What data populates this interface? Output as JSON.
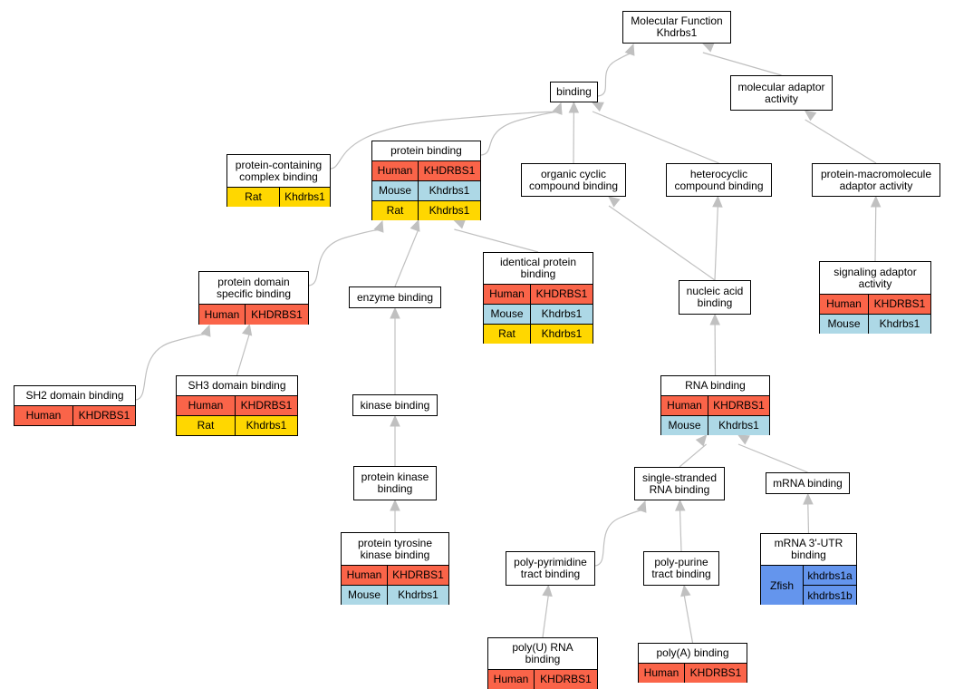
{
  "colors": {
    "human": "#fa6449",
    "mouse": "#add8e6",
    "rat": "#ffd700",
    "zfish": "#6495ed",
    "edge": "#c0c0c0"
  },
  "nodes": {
    "molecular_function": {
      "title": "Molecular Function\nKhdrbs1"
    },
    "binding": {
      "title": "binding"
    },
    "molecular_adaptor_activity": {
      "title": "molecular adaptor\nactivity"
    },
    "protein_containing_complex_binding": {
      "title": "protein-containing\ncomplex binding",
      "rows": [
        {
          "species": "Rat",
          "gene": "Khdrbs1"
        }
      ]
    },
    "protein_binding": {
      "title": "protein binding",
      "rows": [
        {
          "species": "Human",
          "gene": "KHDRBS1"
        },
        {
          "species": "Mouse",
          "gene": "Khdrbs1"
        },
        {
          "species": "Rat",
          "gene": "Khdrbs1"
        }
      ]
    },
    "organic_cyclic_compound_binding": {
      "title": "organic cyclic\ncompound binding"
    },
    "heterocyclic_compound_binding": {
      "title": "heterocyclic\ncompound binding"
    },
    "protein_macromolecule_adaptor_activity": {
      "title": "protein-macromolecule\nadaptor activity"
    },
    "protein_domain_specific_binding": {
      "title": "protein domain\nspecific binding",
      "rows": [
        {
          "species": "Human",
          "gene": "KHDRBS1"
        }
      ]
    },
    "enzyme_binding": {
      "title": "enzyme binding"
    },
    "identical_protein_binding": {
      "title": "identical protein\nbinding",
      "rows": [
        {
          "species": "Human",
          "gene": "KHDRBS1"
        },
        {
          "species": "Mouse",
          "gene": "Khdrbs1"
        },
        {
          "species": "Rat",
          "gene": "Khdrbs1"
        }
      ]
    },
    "nucleic_acid_binding": {
      "title": "nucleic acid\nbinding"
    },
    "signaling_adaptor_activity": {
      "title": "signaling adaptor\nactivity",
      "rows": [
        {
          "species": "Human",
          "gene": "KHDRBS1"
        },
        {
          "species": "Mouse",
          "gene": "Khdrbs1"
        }
      ]
    },
    "sh2_domain_binding": {
      "title": "SH2 domain binding",
      "rows": [
        {
          "species": "Human",
          "gene": "KHDRBS1"
        }
      ]
    },
    "sh3_domain_binding": {
      "title": "SH3 domain binding",
      "rows": [
        {
          "species": "Human",
          "gene": "KHDRBS1"
        },
        {
          "species": "Rat",
          "gene": "Khdrbs1"
        }
      ]
    },
    "kinase_binding": {
      "title": "kinase binding"
    },
    "rna_binding": {
      "title": "RNA binding",
      "rows": [
        {
          "species": "Human",
          "gene": "KHDRBS1"
        },
        {
          "species": "Mouse",
          "gene": "Khdrbs1"
        }
      ]
    },
    "protein_kinase_binding": {
      "title": "protein kinase\nbinding"
    },
    "single_stranded_rna_binding": {
      "title": "single-stranded\nRNA binding"
    },
    "mrna_binding": {
      "title": "mRNA binding"
    },
    "protein_tyrosine_kinase_binding": {
      "title": "protein tyrosine\nkinase binding",
      "rows": [
        {
          "species": "Human",
          "gene": "KHDRBS1"
        },
        {
          "species": "Mouse",
          "gene": "Khdrbs1"
        }
      ]
    },
    "poly_pyrimidine_tract_binding": {
      "title": "poly-pyrimidine\ntract binding"
    },
    "poly_purine_tract_binding": {
      "title": "poly-purine\ntract binding"
    },
    "mrna_3utr_binding": {
      "title": "mRNA 3'-UTR\nbinding",
      "group": {
        "species": "Zfish",
        "genes": [
          "khdrbs1a",
          "khdrbs1b"
        ]
      }
    },
    "poly_u_rna_binding": {
      "title": "poly(U) RNA\nbinding",
      "rows": [
        {
          "species": "Human",
          "gene": "KHDRBS1"
        }
      ]
    },
    "poly_a_binding": {
      "title": "poly(A) binding",
      "rows": [
        {
          "species": "Human",
          "gene": "KHDRBS1"
        }
      ]
    }
  },
  "edges": [
    {
      "from": "binding",
      "to": "molecular_function"
    },
    {
      "from": "molecular_adaptor_activity",
      "to": "molecular_function"
    },
    {
      "from": "protein_containing_complex_binding",
      "to": "binding"
    },
    {
      "from": "protein_binding",
      "to": "binding"
    },
    {
      "from": "organic_cyclic_compound_binding",
      "to": "binding"
    },
    {
      "from": "heterocyclic_compound_binding",
      "to": "binding"
    },
    {
      "from": "protein_macromolecule_adaptor_activity",
      "to": "molecular_adaptor_activity"
    },
    {
      "from": "protein_domain_specific_binding",
      "to": "protein_binding"
    },
    {
      "from": "enzyme_binding",
      "to": "protein_binding"
    },
    {
      "from": "identical_protein_binding",
      "to": "protein_binding"
    },
    {
      "from": "nucleic_acid_binding",
      "to": "organic_cyclic_compound_binding"
    },
    {
      "from": "nucleic_acid_binding",
      "to": "heterocyclic_compound_binding"
    },
    {
      "from": "signaling_adaptor_activity",
      "to": "protein_macromolecule_adaptor_activity"
    },
    {
      "from": "sh2_domain_binding",
      "to": "protein_domain_specific_binding"
    },
    {
      "from": "sh3_domain_binding",
      "to": "protein_domain_specific_binding"
    },
    {
      "from": "kinase_binding",
      "to": "enzyme_binding"
    },
    {
      "from": "rna_binding",
      "to": "nucleic_acid_binding"
    },
    {
      "from": "protein_kinase_binding",
      "to": "kinase_binding"
    },
    {
      "from": "single_stranded_rna_binding",
      "to": "rna_binding"
    },
    {
      "from": "mrna_binding",
      "to": "rna_binding"
    },
    {
      "from": "protein_tyrosine_kinase_binding",
      "to": "protein_kinase_binding"
    },
    {
      "from": "poly_pyrimidine_tract_binding",
      "to": "single_stranded_rna_binding"
    },
    {
      "from": "poly_purine_tract_binding",
      "to": "single_stranded_rna_binding"
    },
    {
      "from": "mrna_3utr_binding",
      "to": "mrna_binding"
    },
    {
      "from": "poly_u_rna_binding",
      "to": "poly_pyrimidine_tract_binding"
    },
    {
      "from": "poly_a_binding",
      "to": "poly_purine_tract_binding"
    }
  ]
}
